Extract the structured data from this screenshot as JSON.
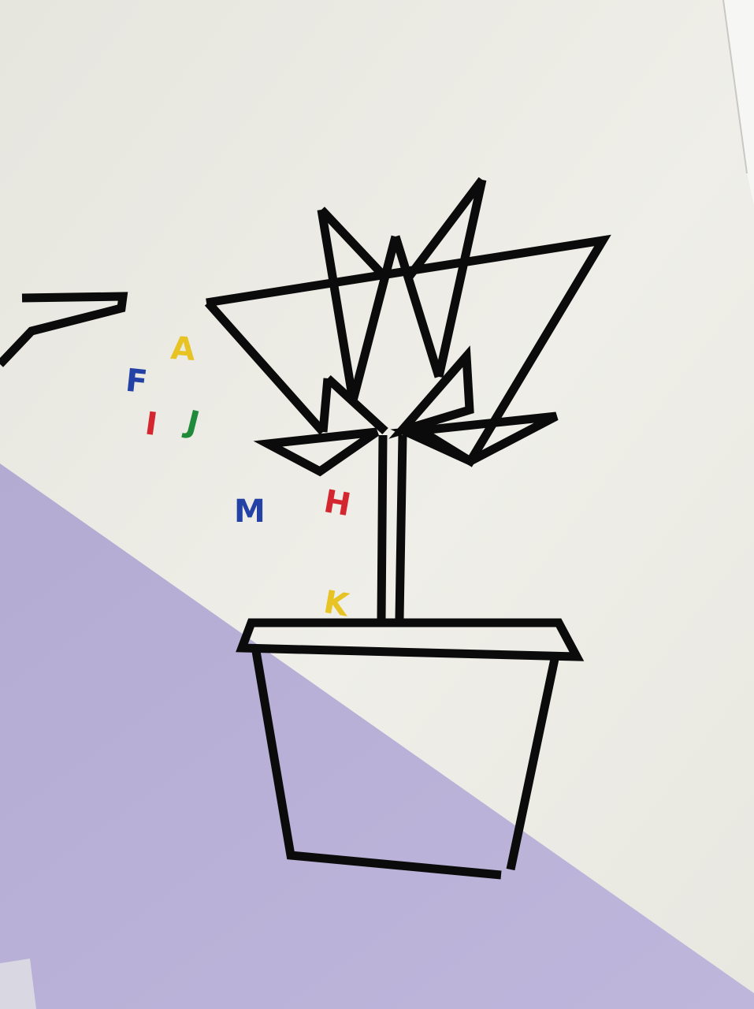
{
  "scene": {
    "colors": {
      "wall": "#ecebe4",
      "wall_shadow": "#e2e1da",
      "purple_wall": "#b9b1d6",
      "purple_shadow": "#aaa2c9",
      "tape": "#0b0b0b",
      "right_edge": "#f4f4f2"
    }
  },
  "letters": [
    {
      "id": "A",
      "text": "A",
      "color": "#e7c324"
    },
    {
      "id": "F",
      "text": "F",
      "color": "#2442a6"
    },
    {
      "id": "I",
      "text": "I",
      "color": "#d4262f"
    },
    {
      "id": "J",
      "text": "J",
      "color": "#1f8a3a"
    },
    {
      "id": "M",
      "text": "M",
      "color": "#2442a6"
    },
    {
      "id": "H",
      "text": "H",
      "color": "#d4262f"
    },
    {
      "id": "K",
      "text": "K",
      "color": "#e7c324"
    }
  ]
}
